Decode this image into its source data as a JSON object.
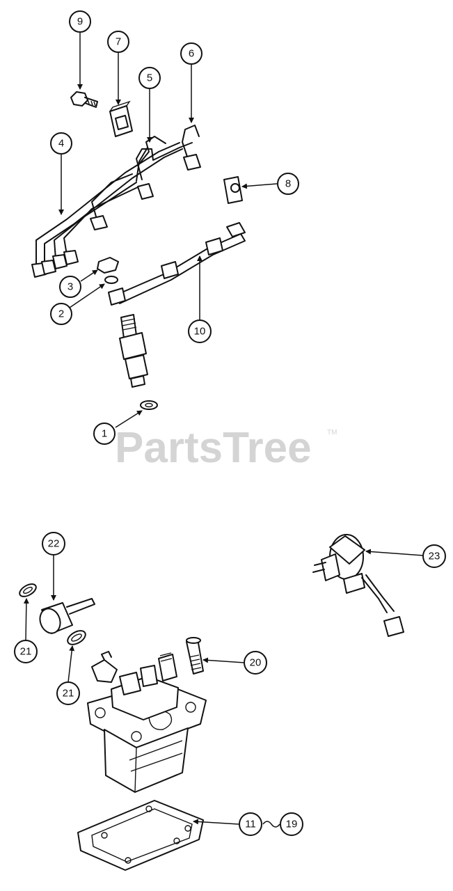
{
  "watermark": {
    "brand": "PartsTree",
    "trademark": "TM"
  },
  "callouts": [
    {
      "id": "c9",
      "label": "9"
    },
    {
      "id": "c7",
      "label": "7"
    },
    {
      "id": "c5",
      "label": "5"
    },
    {
      "id": "c6",
      "label": "6"
    },
    {
      "id": "c4",
      "label": "4"
    },
    {
      "id": "c8",
      "label": "8"
    },
    {
      "id": "c3",
      "label": "3"
    },
    {
      "id": "c2",
      "label": "2"
    },
    {
      "id": "c10",
      "label": "10"
    },
    {
      "id": "c1",
      "label": "1"
    },
    {
      "id": "c22",
      "label": "22"
    },
    {
      "id": "c23",
      "label": "23"
    },
    {
      "id": "c21a",
      "label": "21"
    },
    {
      "id": "c21b",
      "label": "21"
    },
    {
      "id": "c20",
      "label": "20"
    },
    {
      "id": "c11",
      "label": "11"
    },
    {
      "id": "c19",
      "label": "19"
    }
  ],
  "icons": {
    "callout": "circled-number-icon",
    "leader": "arrow-leader-icon"
  }
}
